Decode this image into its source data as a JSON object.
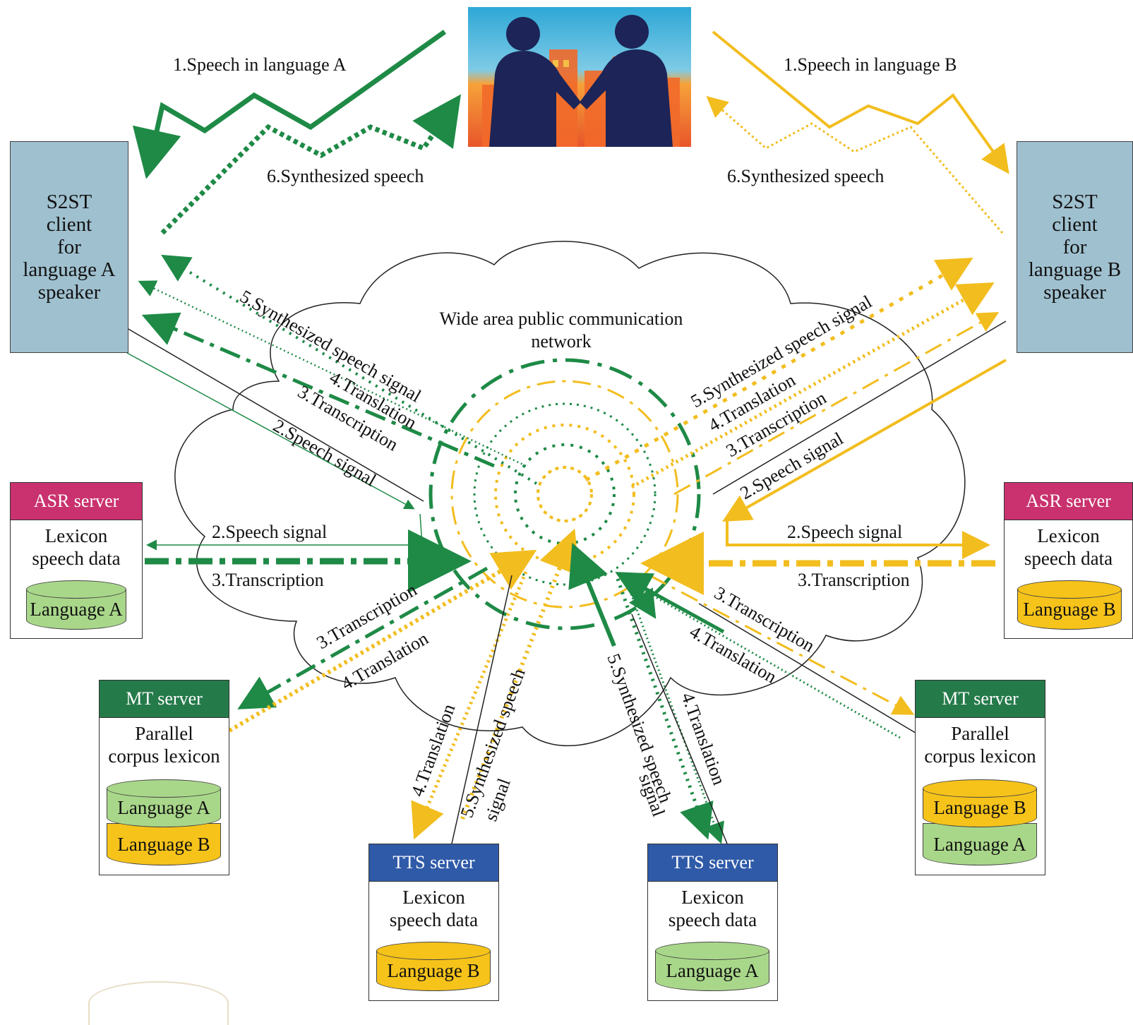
{
  "network_label": [
    "Wide area public communication",
    "network"
  ],
  "client_a": {
    "lines": [
      "S2ST",
      "client",
      "for",
      "language A",
      "speaker"
    ]
  },
  "client_b": {
    "lines": [
      "S2ST",
      "client",
      "for",
      "language B",
      "speaker"
    ]
  },
  "asr_a": {
    "header": "ASR server",
    "body": [
      "Lexicon",
      "speech data"
    ],
    "db": [
      "Language A"
    ]
  },
  "asr_b": {
    "header": "ASR server",
    "body": [
      "Lexicon",
      "speech data"
    ],
    "db": [
      "Language B"
    ]
  },
  "mt_a": {
    "header": "MT server",
    "body": [
      "Parallel",
      "corpus lexicon"
    ],
    "db": [
      "Language A",
      "Language B"
    ]
  },
  "mt_b": {
    "header": "MT server",
    "body": [
      "Parallel",
      "corpus lexicon"
    ],
    "db": [
      "Language B",
      "Language A"
    ]
  },
  "tts_b": {
    "header": "TTS server",
    "body": [
      "Lexicon",
      "speech data"
    ],
    "db": [
      "Language B"
    ]
  },
  "tts_a": {
    "header": "TTS server",
    "body": [
      "Lexicon",
      "speech data"
    ],
    "db": [
      "Language A"
    ]
  },
  "labels": {
    "speech_a": "1.Speech in language A",
    "speech_b": "1.Speech in language B",
    "synth_left": "6.Synthesized speech",
    "synth_right": "6.Synthesized speech",
    "ul_synth_signal": "5.Synthesized speech signal",
    "ul_translation": "4.Translation",
    "ul_transcription": "3.Transcription",
    "ul_speech_signal": "2.Speech signal",
    "ur_synth_signal": "5.Synthesized speech signal",
    "ur_translation": "4.Translation",
    "ur_transcription": "3.Transcription",
    "ur_speech_signal": "2.Speech signal",
    "asr_a_speech": "2.Speech signal",
    "asr_a_transcription": "3.Transcription",
    "asr_b_speech": "2.Speech signal",
    "asr_b_transcription": "3.Transcription",
    "mt_a_transcription": "3.Transcription",
    "mt_a_translation": "4.Translation",
    "mt_b_transcription": "3.Transcription",
    "mt_b_translation": "4.Translation",
    "tts_b_translation": "4.Translation",
    "tts_b_synth": "5.Synthesized speech",
    "tts_b_signal": "signal",
    "tts_a_synth": "5.Synthesized speech",
    "tts_a_signal": "signal",
    "tts_a_translation": "4.Translation"
  },
  "colors": {
    "green": "#1e8a46",
    "yellow": "#f2bd1e",
    "asr": "#c9326e",
    "mt": "#257a4a",
    "tts": "#2f5aa8",
    "client": "#9fc0cf"
  }
}
